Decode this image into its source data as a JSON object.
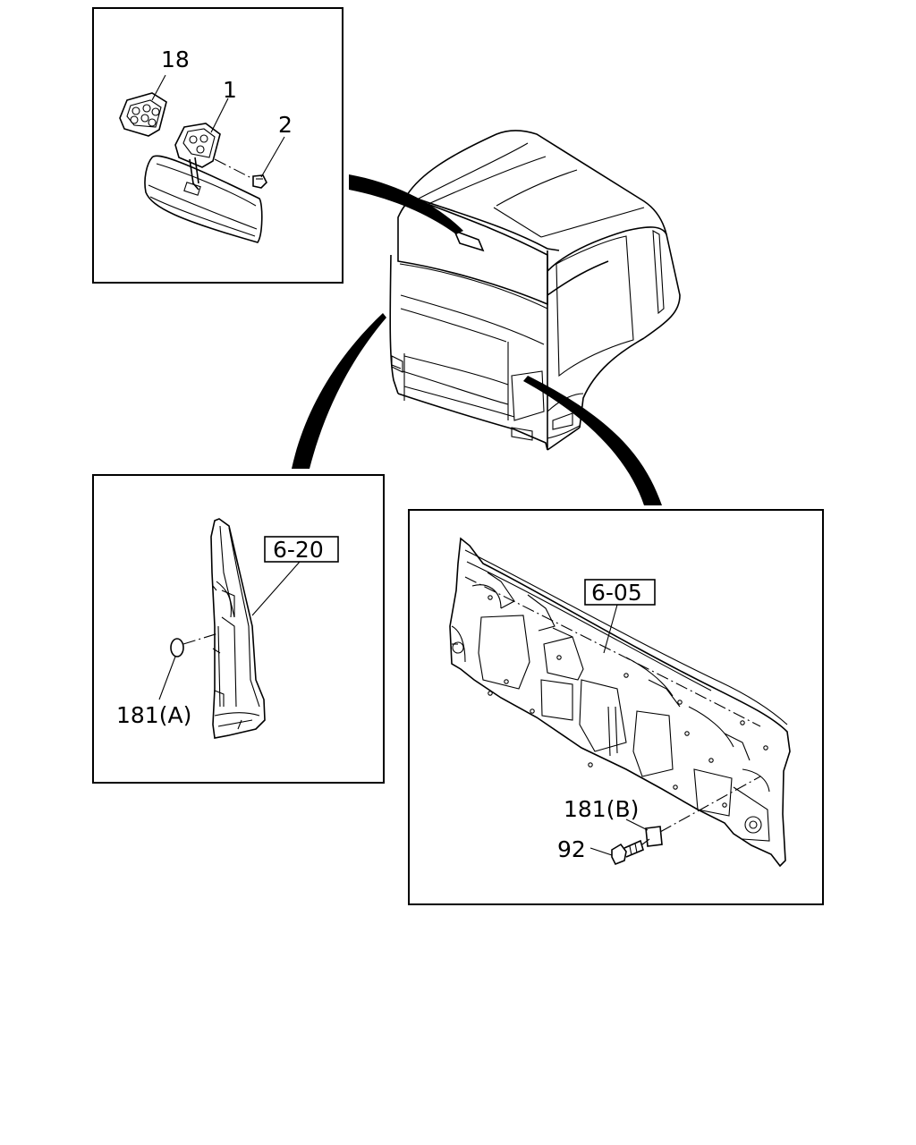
{
  "callouts": {
    "rear_view_mirror_bracket": "1",
    "bolt": "2",
    "mirror_pad": "18",
    "ref_pillar": "6-20",
    "ref_dash_panel": "6-05",
    "plug_a": "181(A)",
    "plug_b": "181(B)",
    "flange_bolt": "92"
  }
}
